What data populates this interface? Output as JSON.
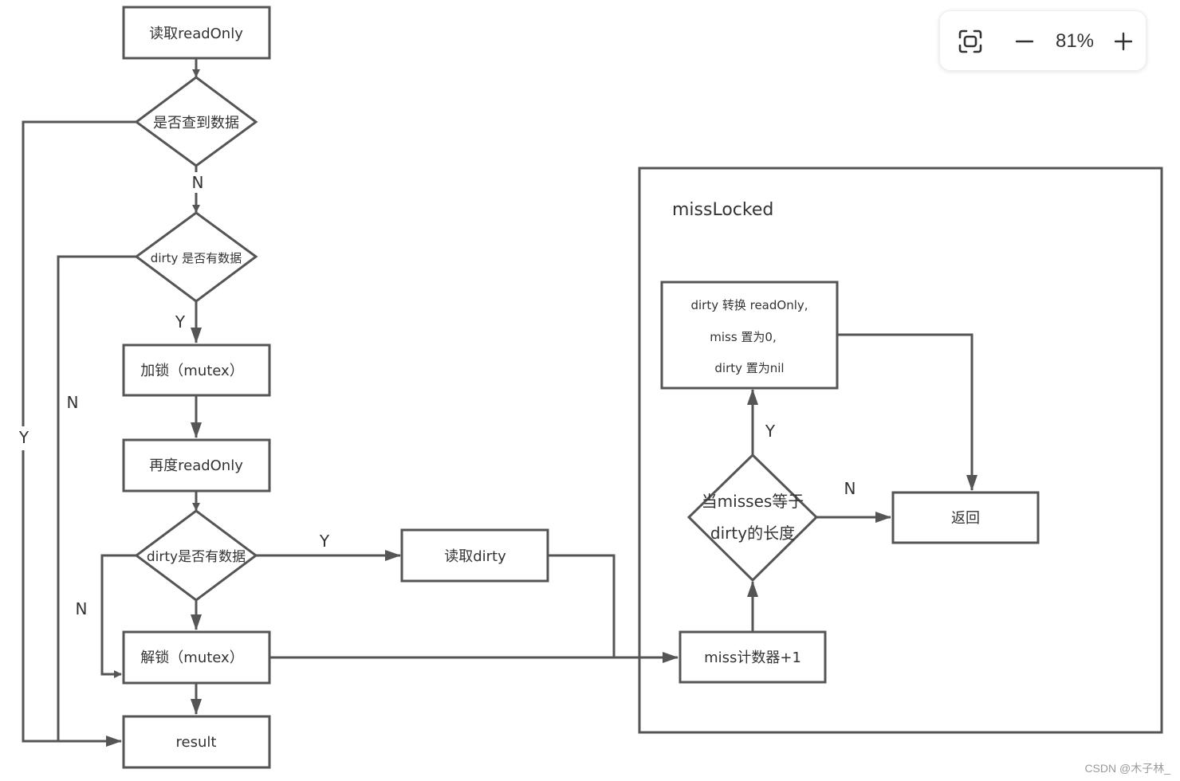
{
  "diagram": {
    "nodes": {
      "read_readonly": "读取readOnly",
      "found_data": "是否查到数据",
      "dirty_has_data": "dirty 是否有数据",
      "lock_mutex": "加锁（mutex）",
      "reread_readonly": "再度readOnly",
      "dirty_has_data_2": "dirty是否有数据",
      "read_dirty": "读取dirty",
      "unlock_mutex": "解锁（mutex）",
      "result": "result",
      "miss_counter": "miss计数器+1",
      "misses_eq_line1": "当misses等于",
      "misses_eq_line2": "dirty的长度",
      "promote_line1": "dirty 转换 readOnly,",
      "promote_line2": "miss 置为0,",
      "promote_line3": "dirty 置为nil",
      "return": "返回"
    },
    "group": {
      "title": "missLocked"
    },
    "edge_labels": {
      "found_no": "N",
      "dirty_yes": "Y",
      "dirty_no": "N",
      "found_yes": "Y",
      "dirty2_yes": "Y",
      "dirty2_no": "N",
      "misses_yes": "Y",
      "misses_no": "N"
    }
  },
  "toolbar": {
    "zoom_level": "81%",
    "fit_icon": "fit-screen-icon",
    "zoom_out_icon": "minus-icon",
    "zoom_in_icon": "plus-icon"
  },
  "watermark": "CSDN @木子林_"
}
